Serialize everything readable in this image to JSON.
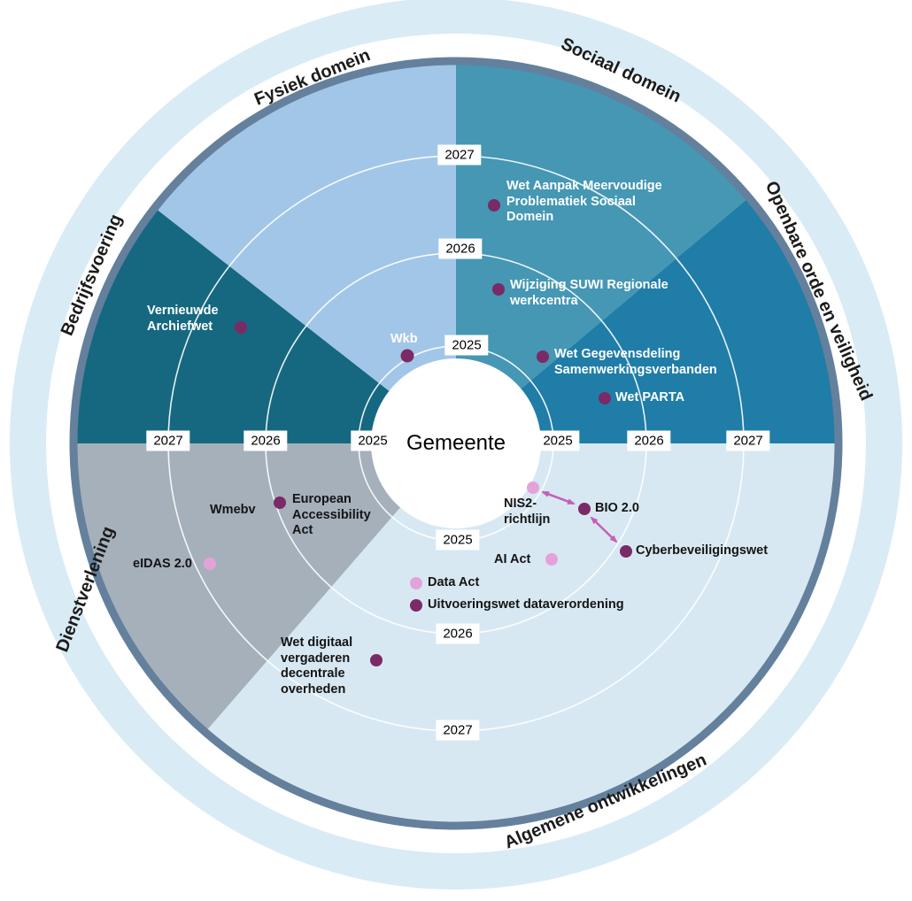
{
  "title": {
    "center": "Gemeente"
  },
  "years": [
    "2025",
    "2026",
    "2027"
  ],
  "sectors": [
    {
      "id": "sociaal-domein",
      "label": "Sociaal domein",
      "color": "#4597b3"
    },
    {
      "id": "openbare-orde-en-veiligheid",
      "label": "Openbare orde en veiligheid",
      "color": "#1f7da8"
    },
    {
      "id": "fysiek-domein",
      "label": "Fysiek domein",
      "color": "#a2c6e7"
    },
    {
      "id": "bedrijfsvoering",
      "label": "Bedrijfsvoering",
      "color": "#15687f"
    },
    {
      "id": "dienstverlening",
      "label": "Dienstverlening",
      "color": "#a5b0bb"
    },
    {
      "id": "algemene-ontwikkelingen",
      "label": "Algemene ontwikkelingen",
      "color": "#d7e8f2"
    }
  ],
  "colors": {
    "halo": "#d9ebf5",
    "ring_border": "#64809c",
    "ring_lines": "#ffffff",
    "dot_national": "#7a2a66",
    "dot_eu": "#e3a3d8",
    "arrow": "#c75fb5"
  },
  "points": [
    {
      "name": "wet-aanpak-meervoudige-problematiek",
      "label": "Wet Aanpak Meervoudige\nProblematiek Sociaal\nDomein"
    },
    {
      "name": "wijziging-suwi-regionale-werkcentra",
      "label": "Wijziging SUWI Regionale\nwerkcentra"
    },
    {
      "name": "wet-gegevensdeling-samenwerkingsverbanden",
      "label": "Wet Gegevensdeling\nSamenwerkingsverbanden"
    },
    {
      "name": "wet-parta",
      "label": "Wet PARTA"
    },
    {
      "name": "wkb",
      "label": "Wkb"
    },
    {
      "name": "vernieuwde-archiefwet",
      "label": "Vernieuwde\nArchiefwet"
    },
    {
      "name": "wmebv",
      "label": "Wmebv"
    },
    {
      "name": "european-accessibility-act",
      "label": "European\nAccessibility\nAct"
    },
    {
      "name": "eidas-2-0",
      "label": "eIDAS 2.0"
    },
    {
      "name": "nis2-richtlijn",
      "label": "NIS2-\nrichtlijn"
    },
    {
      "name": "bio-2-0",
      "label": "BIO 2.0"
    },
    {
      "name": "cyberbeveiligingswet",
      "label": "Cyberbeveiligingswet"
    },
    {
      "name": "ai-act",
      "label": "AI Act"
    },
    {
      "name": "data-act",
      "label": "Data Act"
    },
    {
      "name": "uitvoeringswet-dataverordening",
      "label": "Uitvoeringswet dataverordening"
    },
    {
      "name": "wet-digitaal-vergaderen",
      "label": "Wet digitaal\nvergaderen\ndecentrale\noverheden"
    }
  ],
  "arrows": [
    {
      "from": "NIS2-richtlijn",
      "to": "BIO 2.0",
      "bidirectional": true
    },
    {
      "from": "BIO 2.0",
      "to": "Cyberbeveiligingswet",
      "bidirectional": true
    }
  ]
}
